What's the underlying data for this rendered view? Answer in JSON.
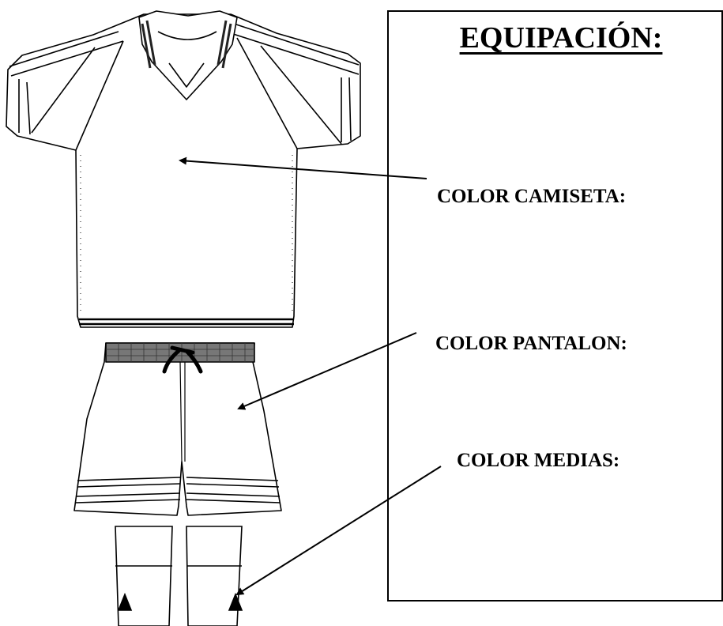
{
  "title": "EQUIPACIÓN:",
  "labels": {
    "shirt_color": "COLOR CAMISETA:",
    "shorts_color": "COLOR PANTALON:",
    "socks_color": "COLOR MEDIAS:"
  },
  "colors": {
    "line": "#000000",
    "background": "#ffffff",
    "collar_stripe": "#333333",
    "waistband": "#555555"
  }
}
